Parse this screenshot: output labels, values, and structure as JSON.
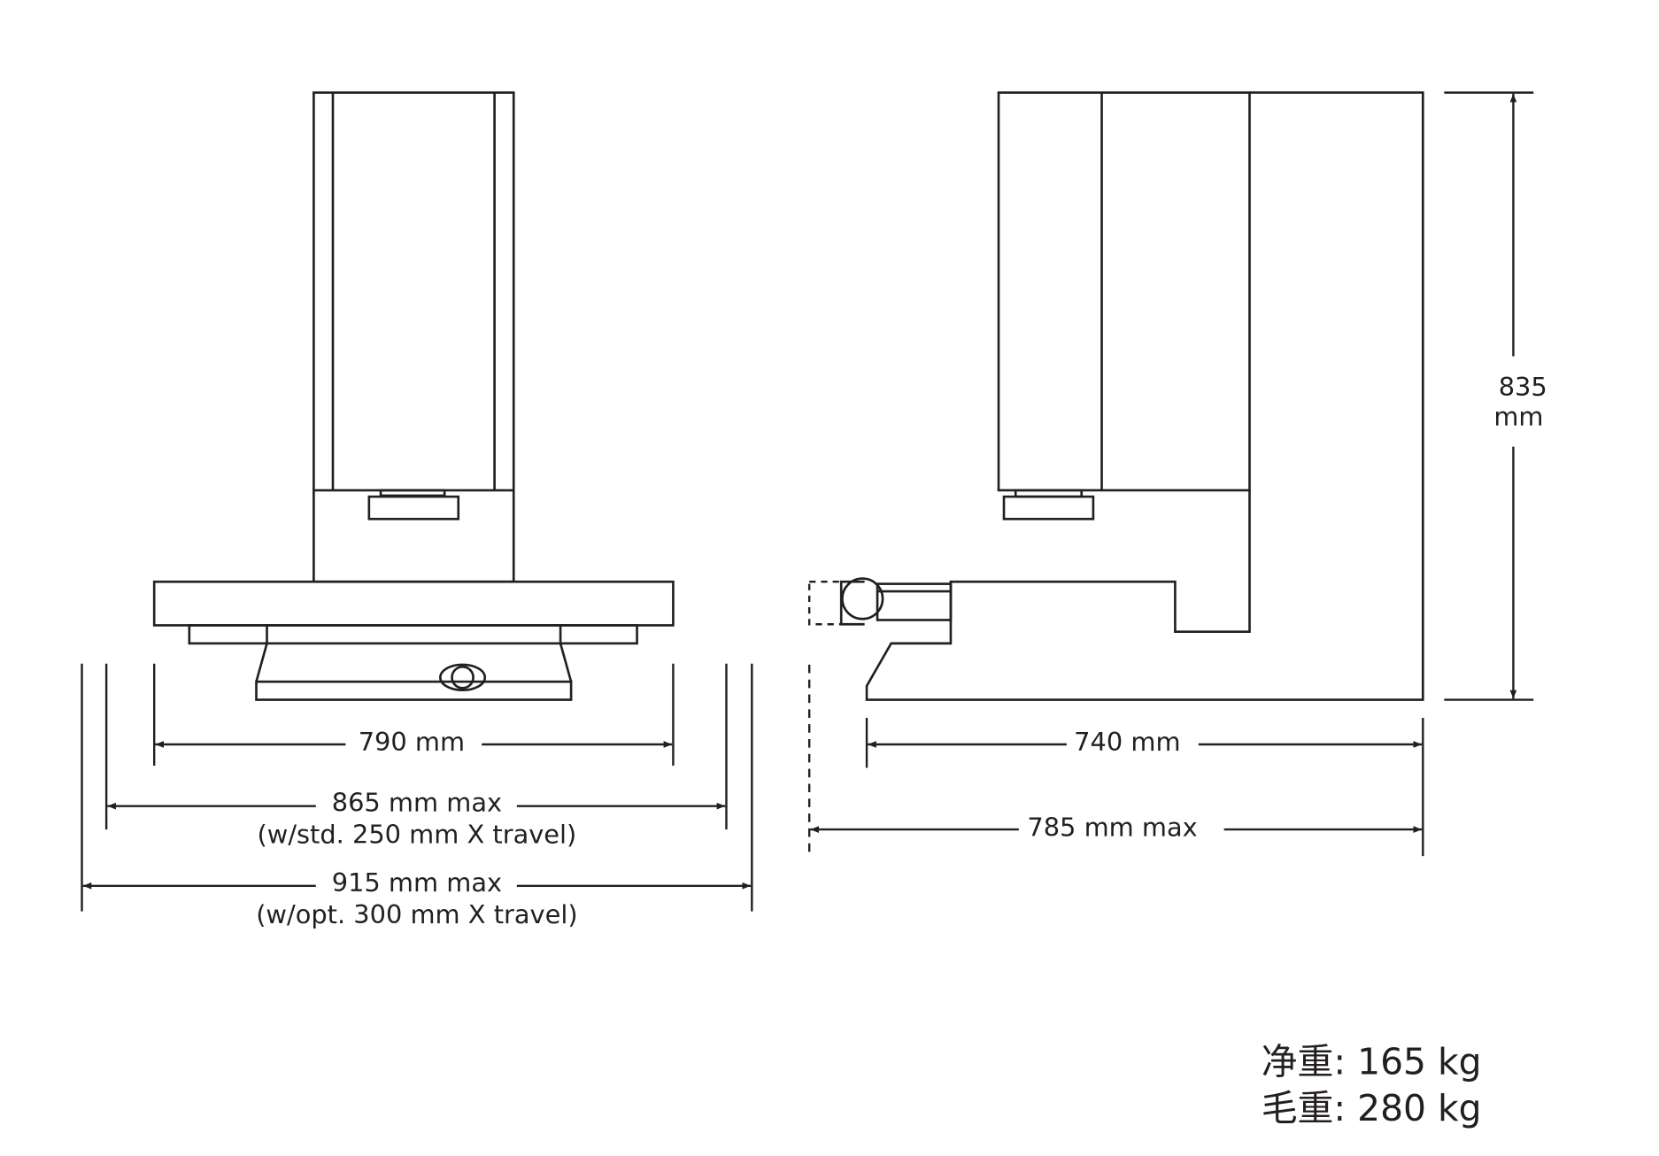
{
  "front_view": {
    "dim_width": "790 mm",
    "dim_std_max": "865 mm max",
    "dim_std_note": "(w/std. 250 mm X travel)",
    "dim_opt_max": "915 mm max",
    "dim_opt_note": "(w/opt. 300 mm X travel)"
  },
  "side_view": {
    "dim_height_value": "835",
    "dim_height_unit": "mm",
    "dim_depth": "740 mm",
    "dim_depth_max": "785 mm max"
  },
  "weights": {
    "net": "净重: 165 kg",
    "gross": "毛重: 280 kg"
  },
  "colors": {
    "line": "#231f20",
    "background": "#ffffff"
  }
}
